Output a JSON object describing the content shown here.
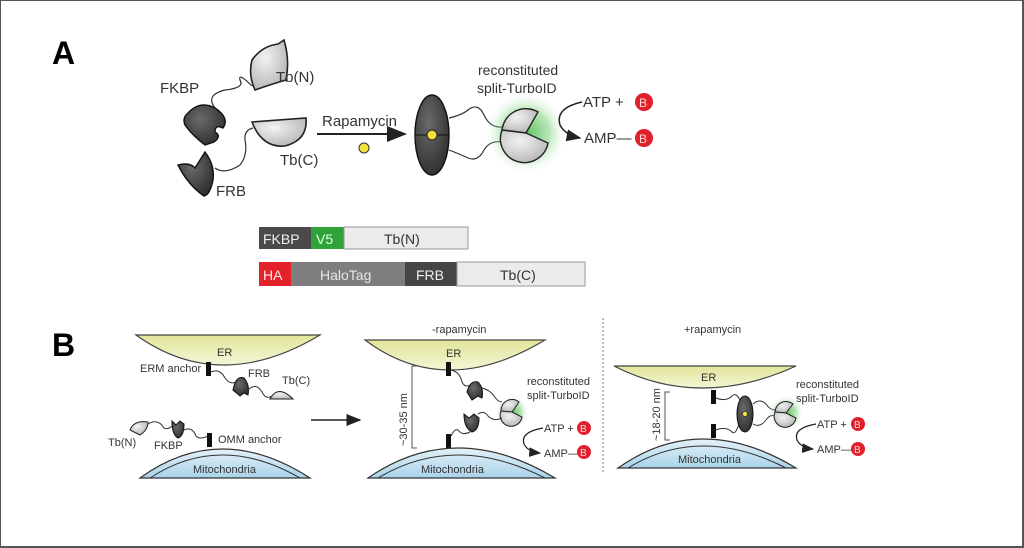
{
  "figure": {
    "panel_a": {
      "letter": "A",
      "labels": {
        "fkbp": "FKBP",
        "tb_n": "Tb(N)",
        "tb_c": "Tb(C)",
        "frb": "FRB",
        "arrow_label": "Rapamycin",
        "reconstituted_line1": "reconstituted",
        "reconstituted_line2": "split-TurboID",
        "atp": "ATP +",
        "amp": "AMP—",
        "biotin": "B"
      },
      "constructs": [
        {
          "segments": [
            {
              "label": "FKBP",
              "color": "#4a4a4a",
              "text_color": "#f0f0f0"
            },
            {
              "label": "V5",
              "color": "#2fa33a",
              "text_color": "#e8ffe8"
            },
            {
              "label": "Tb(N)",
              "color": "#ebebeb",
              "text_color": "#333333"
            }
          ]
        },
        {
          "segments": [
            {
              "label": "HA",
              "color": "#e3222b",
              "text_color": "#ffe6e6"
            },
            {
              "label": "HaloTag",
              "color": "#7e7e7e",
              "text_color": "#e6e6e6"
            },
            {
              "label": "FRB",
              "color": "#454545",
              "text_color": "#f0f0f0"
            },
            {
              "label": "Tb(C)",
              "color": "#ebebeb",
              "text_color": "#333333"
            }
          ]
        }
      ]
    },
    "panel_b": {
      "letter": "B",
      "left": {
        "er": "ER",
        "erm_anchor": "ERM anchor",
        "frb": "FRB",
        "tb_c": "Tb(C)",
        "tb_n": "Tb(N)",
        "fkbp": "FKBP",
        "omm_anchor": "OMM anchor",
        "mito": "Mitochondria"
      },
      "middle": {
        "title": "-rapamycin",
        "er": "ER",
        "distance": "~30-35 nm",
        "reconstituted_line1": "reconstituted",
        "reconstituted_line2": "split-TurboID",
        "atp": "ATP +",
        "amp": "AMP—",
        "biotin": "B",
        "mito": "Mitochondria"
      },
      "right": {
        "title": "+rapamycin",
        "er": "ER",
        "distance": "~18-20 nm",
        "reconstituted_line1": "reconstituted",
        "reconstituted_line2": "split-TurboID",
        "atp": "ATP +",
        "amp": "AMP—",
        "biotin": "B",
        "mito": "Mitochondria"
      }
    },
    "colors": {
      "er_fill": "#eef0b8",
      "mito_fill": "#cfe6f2",
      "glow": "#5bc25b",
      "biotin_red": "#e0202a",
      "rapamycin_yellow": "#f2e23a",
      "protein_dark": "#4a4a4a",
      "protein_light": "#d6d6d6"
    }
  }
}
